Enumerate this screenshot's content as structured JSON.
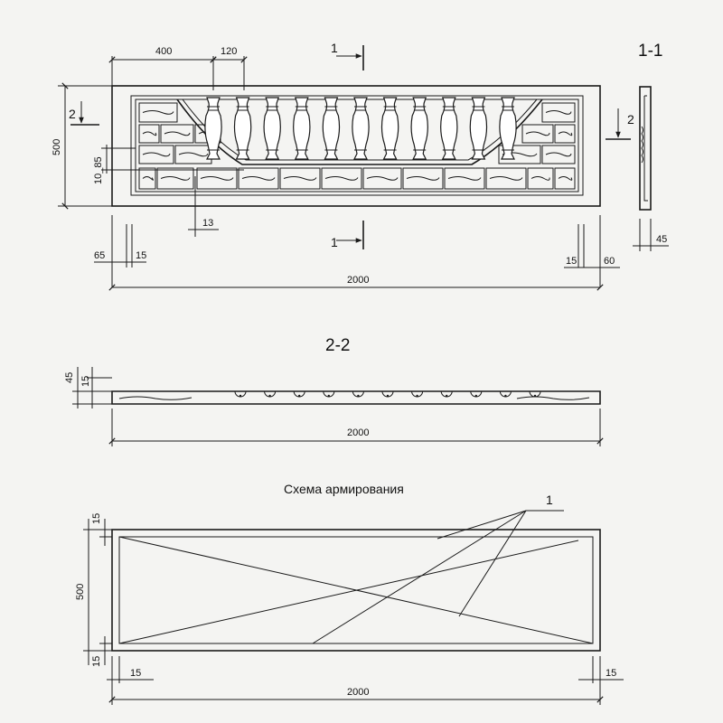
{
  "view_top": {
    "dim_400": "400",
    "dim_120": "120",
    "dim_500": "500",
    "dim_10_85": "10_85",
    "dim_13": "13",
    "dim_65": "65",
    "dim_15_left": "15",
    "dim_15_right": "15",
    "dim_60": "60",
    "dim_2000": "2000",
    "cut_1": "1",
    "cut_2": "2",
    "section_1_1": "1-1",
    "dim_45_side": "45"
  },
  "view_section": {
    "title": "2-2",
    "dim_45": "45",
    "dim_15": "15",
    "dim_2000": "2000"
  },
  "view_reinforcement": {
    "title": "Схема армирования",
    "callout": "1",
    "dim_500": "500",
    "dim_15_top": "15",
    "dim_15_bottom": "15",
    "dim_15_left": "15",
    "dim_15_right": "15",
    "dim_2000": "2000"
  },
  "colors": {
    "line": "#1a1a1a",
    "paper": "#f4f4f2"
  }
}
